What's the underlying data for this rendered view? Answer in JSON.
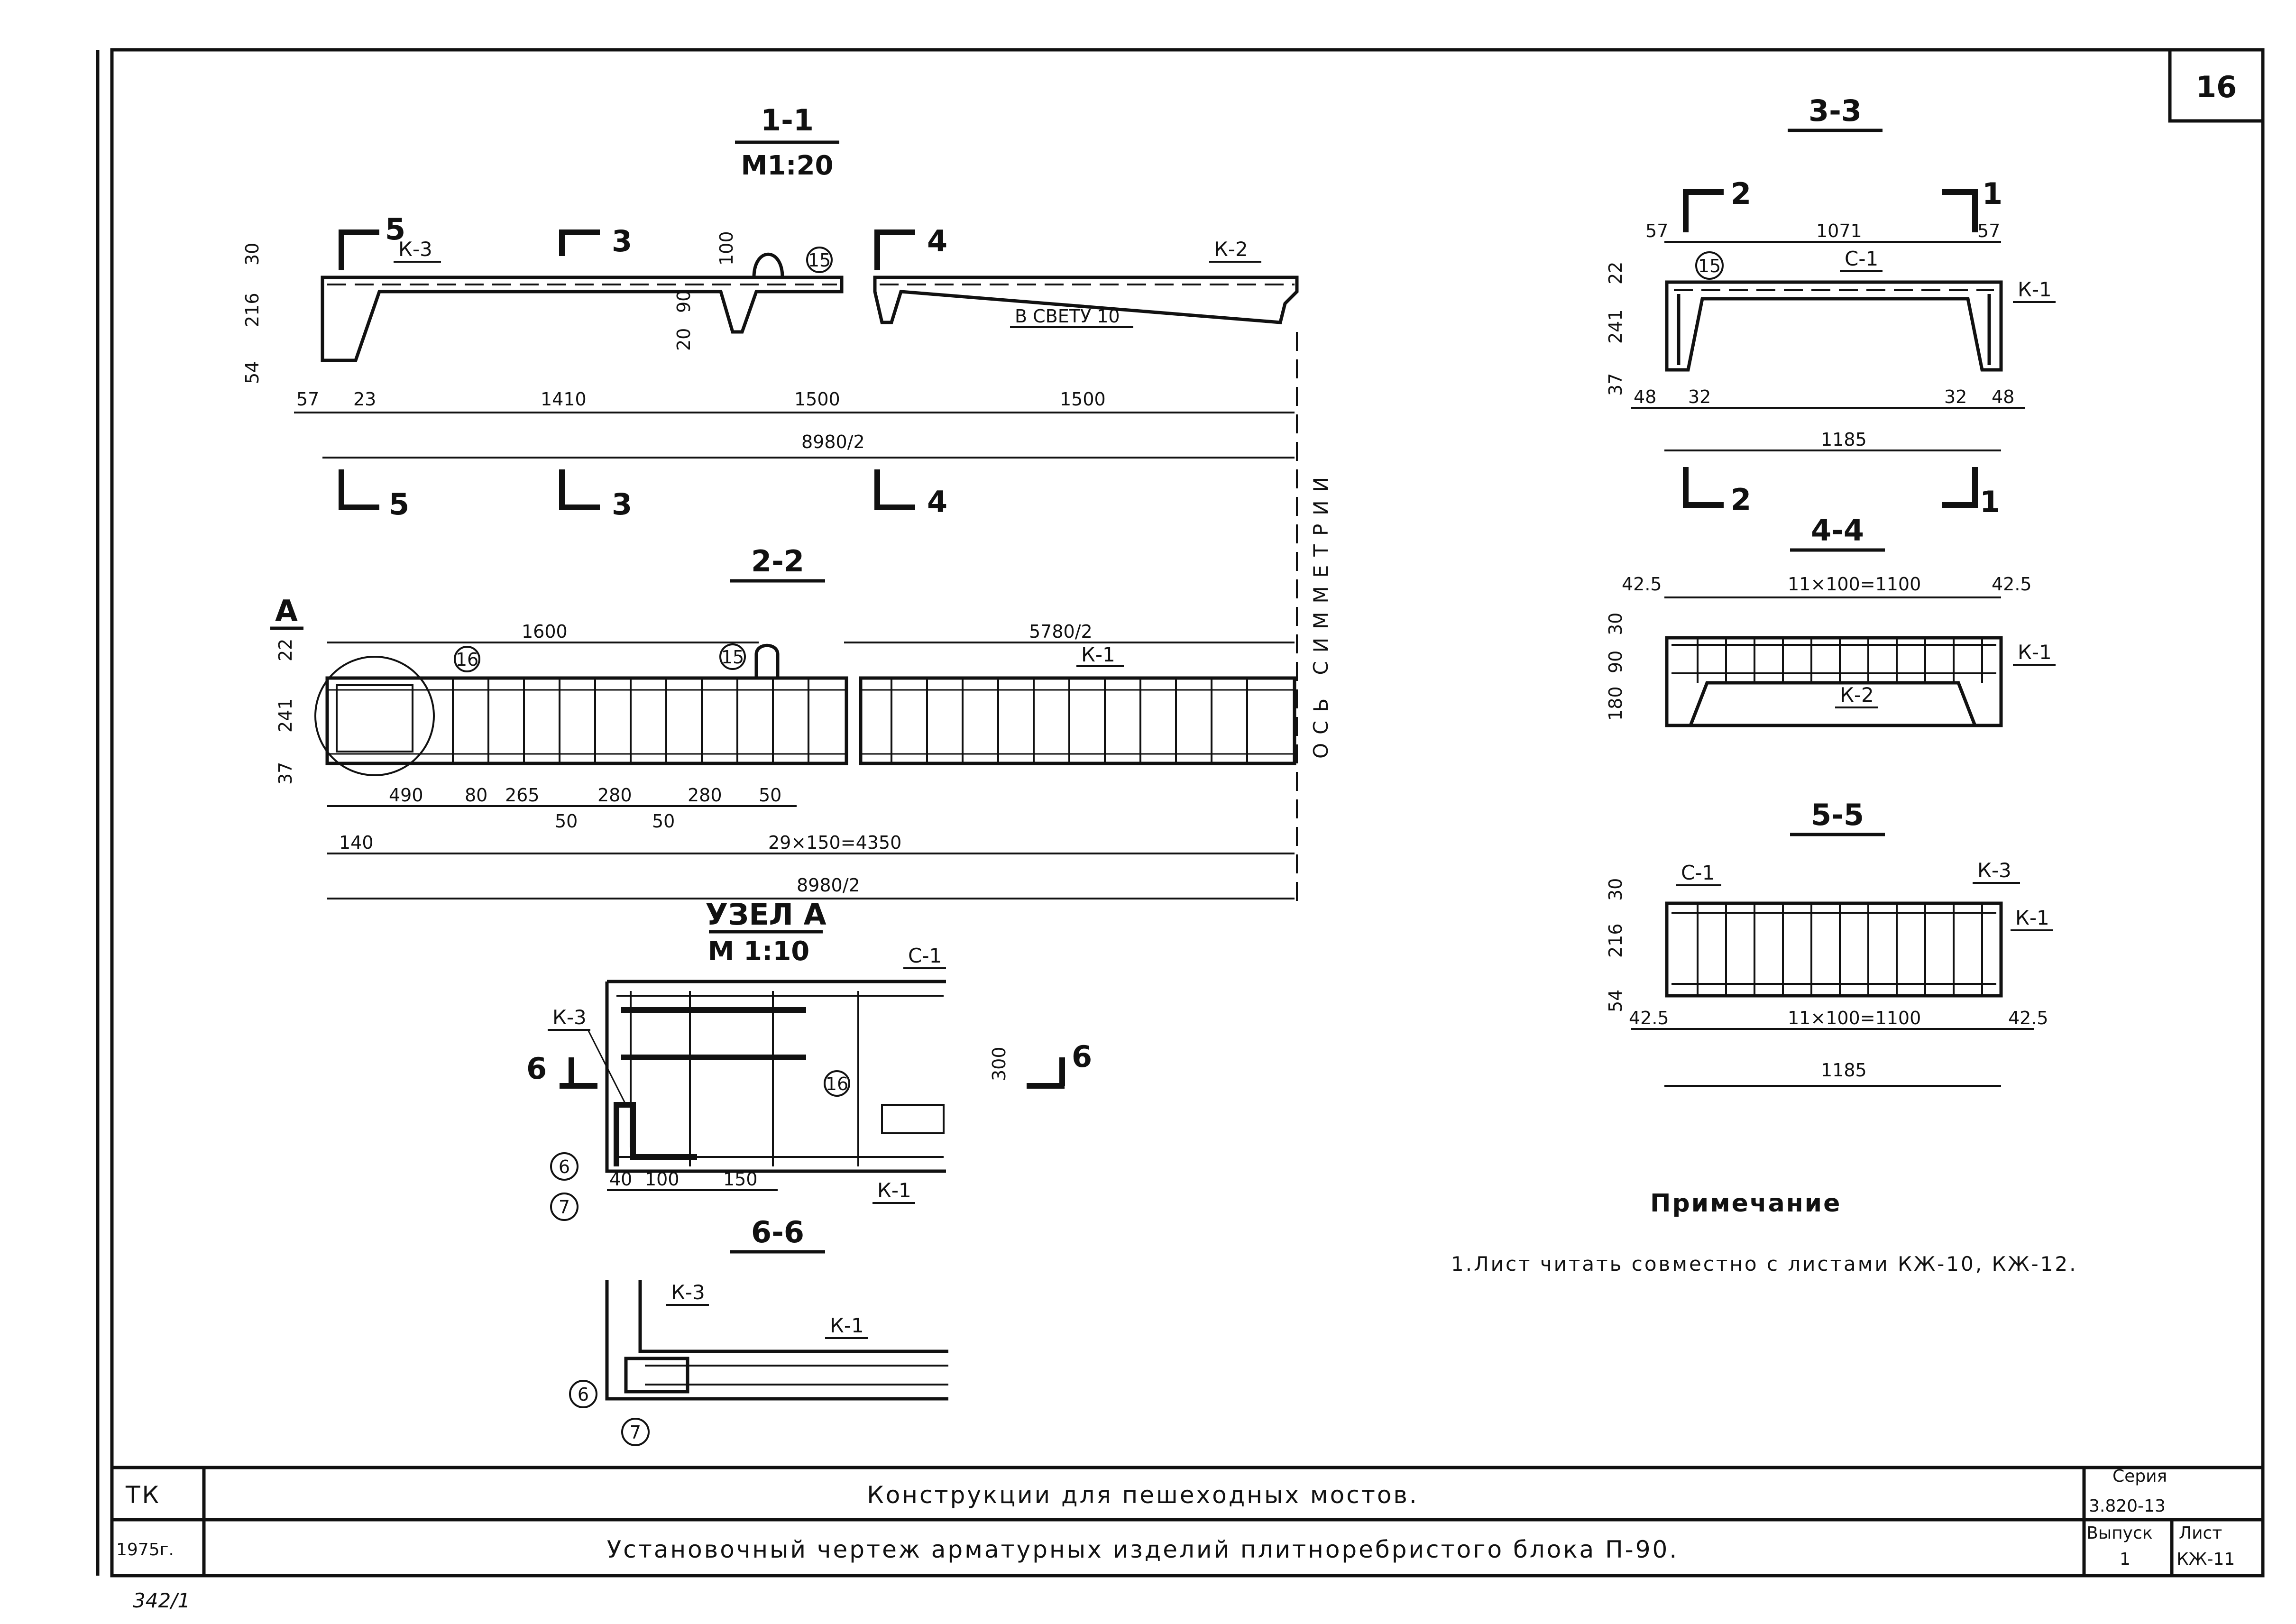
{
  "sheet_number": "16",
  "section_1_1": {
    "title": "1-1",
    "scale": "M1:20",
    "cut_5": "5",
    "cut_3": "3",
    "cut_4": "4",
    "mark_k3": "К-3",
    "mark_k2": "К-2",
    "pos15": "15",
    "in_light": "В СВЕТУ 10",
    "dims": [
      "30",
      "216",
      "54",
      "100",
      "90",
      "20",
      "57",
      "23",
      "1410",
      "1500",
      "1500",
      "8980/2"
    ]
  },
  "symmetry_axis": "ОСЬ СИММЕТРИИ",
  "section_2_2": {
    "title": "2-2",
    "detail_mark": "А",
    "pos16": "16",
    "pos15": "15",
    "mark_k1": "К-1",
    "dims_top": [
      "1600",
      "5780/2"
    ],
    "dims_side": [
      "22",
      "241",
      "37"
    ],
    "dims_row1": [
      "490",
      "80",
      "265",
      "280",
      "280",
      "50"
    ],
    "dims_row1b": [
      "50",
      "50"
    ],
    "dims_row2": [
      "140",
      "29×150=4350"
    ],
    "dims_row3": "8980/2"
  },
  "node_a": {
    "title": "УЗЕЛ А",
    "scale": "М 1:10",
    "mark_c1": "С-1",
    "mark_k3": "К-3",
    "mark_k1": "К-1",
    "pos16": "16",
    "pos6": "6",
    "pos7": "7",
    "cut": "6",
    "dim300": "300",
    "dims": [
      "40",
      "100",
      "150"
    ]
  },
  "section_6_6": {
    "title": "6-6",
    "mark_k3": "К-3",
    "mark_k1": "К-1",
    "pos6": "6",
    "pos7": "7"
  },
  "section_3_3": {
    "title": "3-3",
    "cut_2": "2",
    "cut_1": "1",
    "mark_c1": "С-1",
    "mark_k1": "К-1",
    "pos15": "15",
    "dims": [
      "57",
      "1071",
      "57",
      "22",
      "241",
      "37",
      "48",
      "32",
      "32",
      "48",
      "1185"
    ]
  },
  "section_4_4": {
    "title": "4-4",
    "mark_k1": "К-1",
    "mark_k2": "К-2",
    "dims": [
      "42.5",
      "11×100=1100",
      "42.5",
      "30",
      "90",
      "180"
    ]
  },
  "section_5_5": {
    "title": "5-5",
    "mark_c1": "С-1",
    "mark_k3": "К-3",
    "mark_k1": "К-1",
    "dims": [
      "30",
      "216",
      "54",
      "42.5",
      "11×100=1100",
      "42.5",
      "1185"
    ]
  },
  "note": {
    "heading": "Примечание",
    "text": "1.Лист читать совместно с листами КЖ-10, КЖ-12."
  },
  "title_block": {
    "org": "ТК",
    "year": "1975г.",
    "title1": "Конструкции для пешеходных мостов.",
    "title2": "Установочный чертеж арматурных изделий плитноребристого блока П-90.",
    "series_label": "Серия",
    "series": "3.820-13",
    "issue_label": "Выпуск",
    "issue": "1",
    "sheet_label": "Лист",
    "sheet": "КЖ-11"
  },
  "archive_number": "342/1"
}
